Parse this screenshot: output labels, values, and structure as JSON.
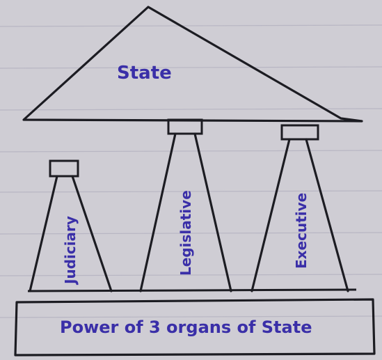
{
  "diagram": {
    "roof_label": "State",
    "pillars": [
      {
        "key": "judiciary",
        "label": "Judiciary"
      },
      {
        "key": "legislative",
        "label": "Legislative"
      },
      {
        "key": "executive",
        "label": "Executive"
      }
    ],
    "base_label": "Power of 3 organs of State"
  },
  "colors": {
    "paper": "#cfcdd4",
    "rule_line": "#b8b6c3",
    "ink_black": "#1c1c22",
    "ink_blue": "#3a2fa8"
  }
}
